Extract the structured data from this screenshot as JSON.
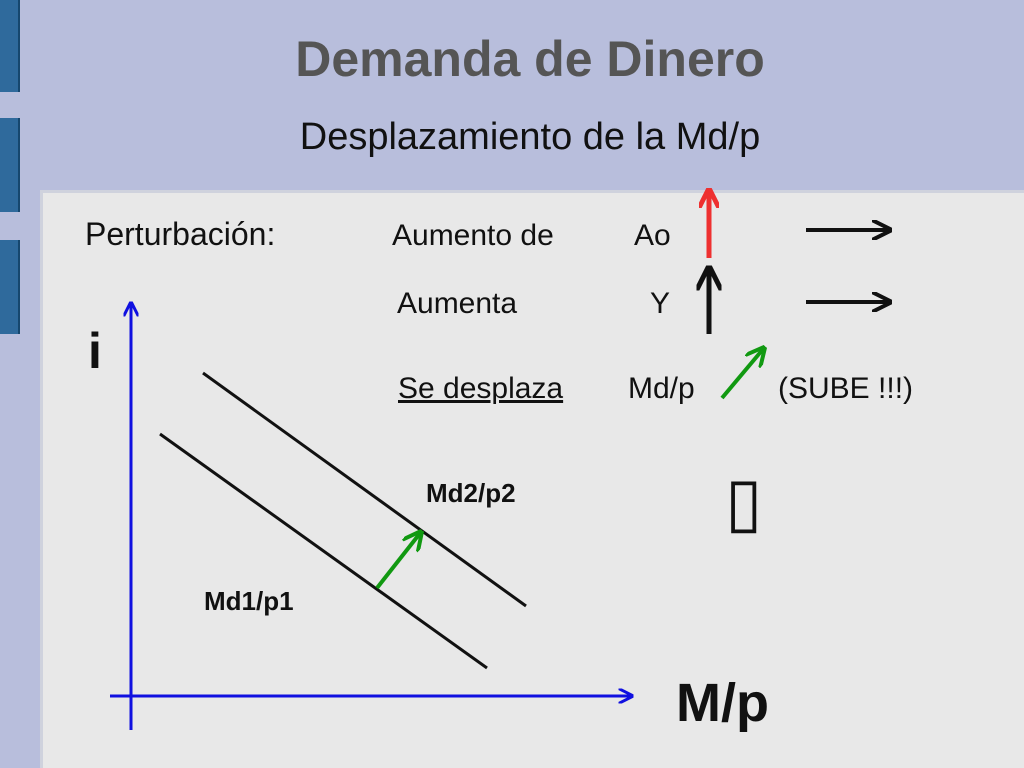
{
  "slide": {
    "title": "Demanda de Dinero",
    "subtitle": "Desplazamiento de la Md/p"
  },
  "perturbation": {
    "label": "Perturbación",
    "colon": ":",
    "row1": {
      "text": "Aumento de",
      "var": "Ao"
    },
    "row2": {
      "text": "Aumenta",
      "var": "Y"
    },
    "row3": {
      "text": "Se desplaza",
      "var": "Md/p",
      "note": "(SUBE !!!)"
    }
  },
  "graph": {
    "y_axis_label": "i",
    "x_axis_label": "M/p",
    "curve1_label": "Md1/p1",
    "curve2_label": "Md2/p2"
  },
  "symbol": {
    "glyph": "▯"
  },
  "colors": {
    "axis": "#1010e0",
    "up_arrow_red": "#ee3030",
    "shift_arrow_green": "#119911",
    "line": "#111111"
  }
}
